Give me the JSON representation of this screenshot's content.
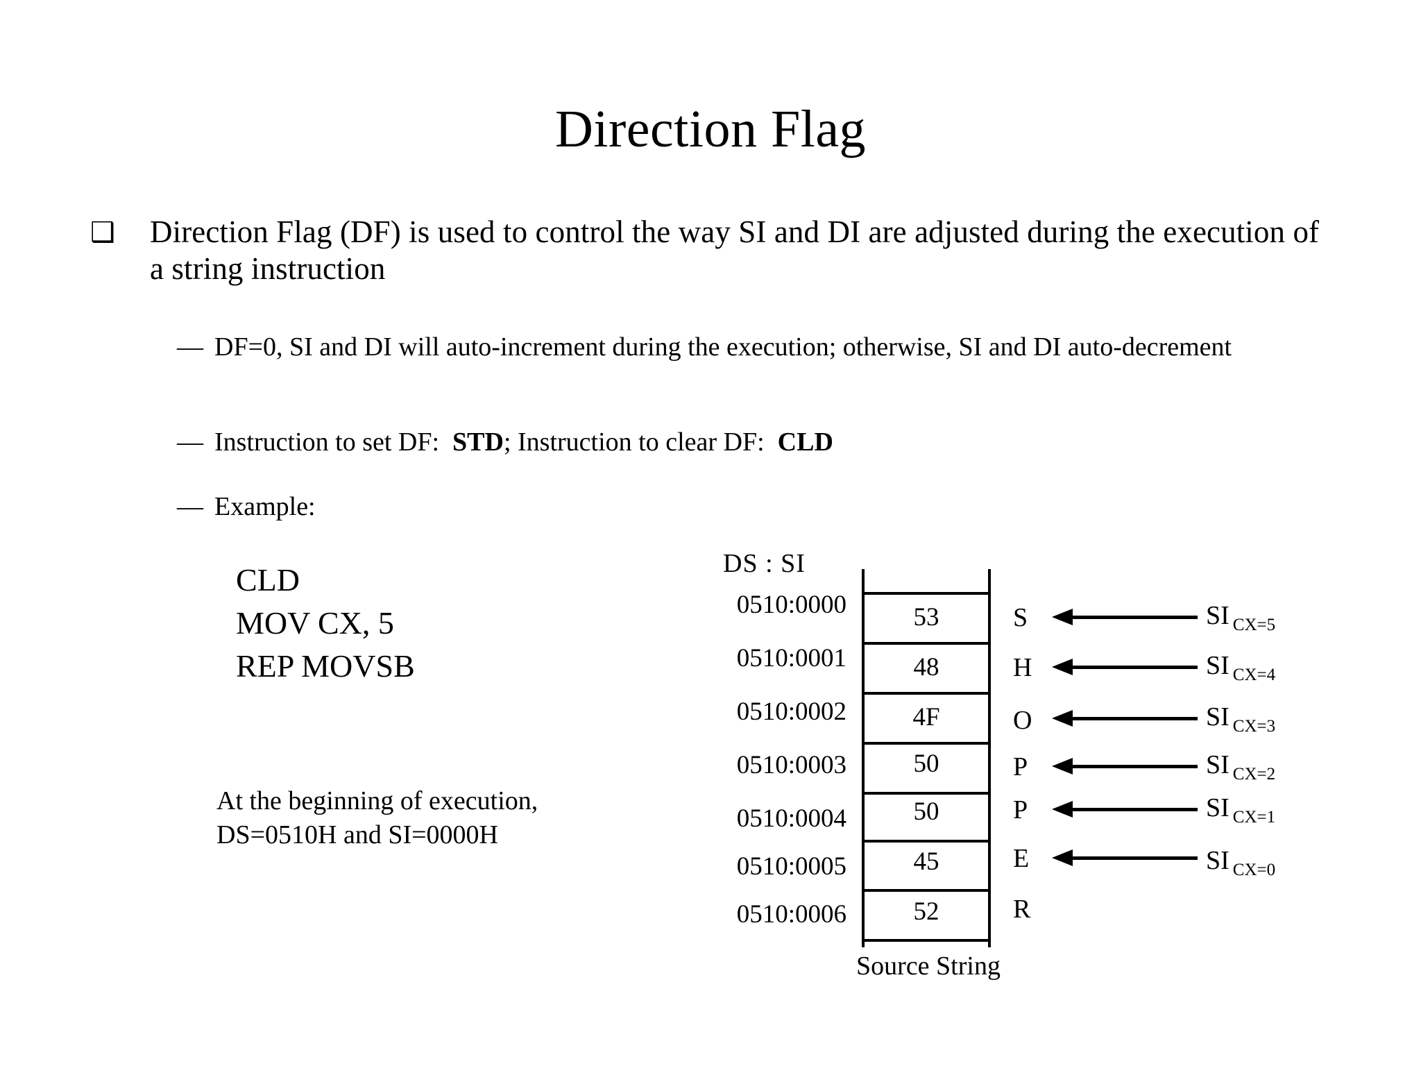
{
  "slide": {
    "title": "Direction Flag",
    "bullet_marker": "❑",
    "bullet_text": "Direction Flag (DF) is used to control the way SI and DI are adjusted during the execution of a string instruction",
    "dash": "—",
    "sub_bullets": [
      {
        "text": "DF=0, SI and DI will auto-increment during the execution; otherwise, SI and DI auto-decrement"
      },
      {
        "prefix": "Instruction to set DF:",
        "bold1": "STD",
        "mid": "; Instruction to clear DF:",
        "bold2": "CLD"
      },
      {
        "text": "Example:"
      }
    ],
    "code": {
      "lines": [
        "CLD",
        "MOV CX, 5",
        "REP MOVSB"
      ]
    },
    "note": {
      "lines": [
        "At the beginning of execution,",
        "DS=0510H and SI=0000H"
      ]
    },
    "diagram": {
      "header": "DS : SI",
      "caption": "Source String",
      "rows": [
        {
          "address": "0510:0000",
          "value": "53",
          "letter": "S",
          "si": "SI",
          "cx": "CX=5",
          "arrow": true
        },
        {
          "address": "0510:0001",
          "value": "48",
          "letter": "H",
          "si": "SI",
          "cx": "CX=4",
          "arrow": true
        },
        {
          "address": "0510:0002",
          "value": "4F",
          "letter": "O",
          "si": "SI",
          "cx": "CX=3",
          "arrow": true
        },
        {
          "address": "0510:0003",
          "value": "50",
          "letter": "P",
          "si": "SI",
          "cx": "CX=2",
          "arrow": true
        },
        {
          "address": "0510:0004",
          "value": "50",
          "letter": "P",
          "si": "SI",
          "cx": "CX=1",
          "arrow": true
        },
        {
          "address": "0510:0005",
          "value": "45",
          "letter": "E",
          "si": "SI",
          "cx": "CX=0",
          "arrow": true
        },
        {
          "address": "0510:0006",
          "value": "52",
          "letter": "R",
          "si": "",
          "cx": "",
          "arrow": false
        }
      ]
    },
    "colors": {
      "background": "#ffffff",
      "text": "#000000",
      "rule": "#000000"
    }
  }
}
